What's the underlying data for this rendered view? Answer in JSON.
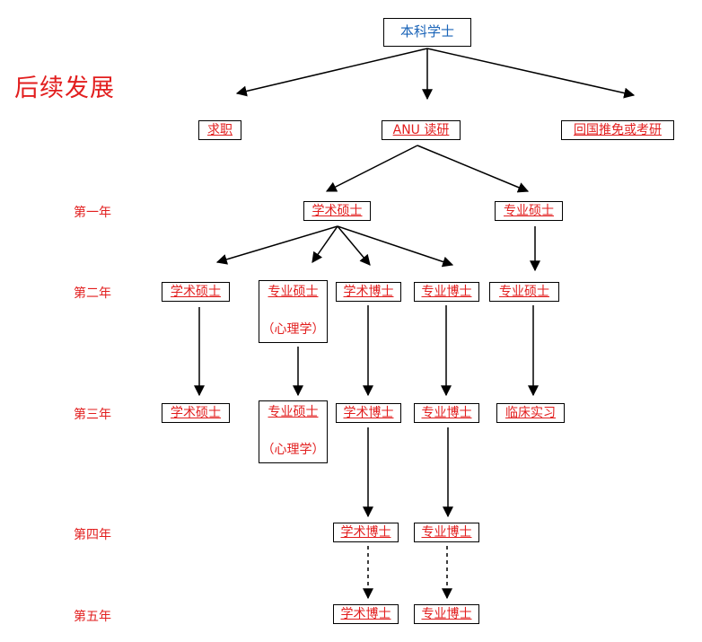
{
  "title": "后续发展",
  "years": [
    "第一年",
    "第二年",
    "第三年",
    "第四年",
    "第五年"
  ],
  "nodes": {
    "root": "本科学士",
    "job": "求职",
    "anu": "ANU 读研",
    "china": "回国推免或考研",
    "y1_academic_master": "学术硕士",
    "y1_prof_master": "专业硕士",
    "y2_academic_master": "学术硕士",
    "y2_prof_master_psych_line1": "专业硕士",
    "y2_prof_master_psych_line2": "（心理学）",
    "y2_academic_phd": "学术博士",
    "y2_prof_phd": "专业博士",
    "y2_prof_master": "专业硕士",
    "y3_academic_master": "学术硕士",
    "y3_prof_master_psych_line1": "专业硕士",
    "y3_prof_master_psych_line2": "（心理学）",
    "y3_academic_phd": "学术博士",
    "y3_prof_phd": "专业博士",
    "y3_clinical": "临床实习",
    "y4_academic_phd": "学术博士",
    "y4_prof_phd": "专业博士",
    "y5_academic_phd": "学术博士",
    "y5_prof_phd": "专业博士"
  }
}
